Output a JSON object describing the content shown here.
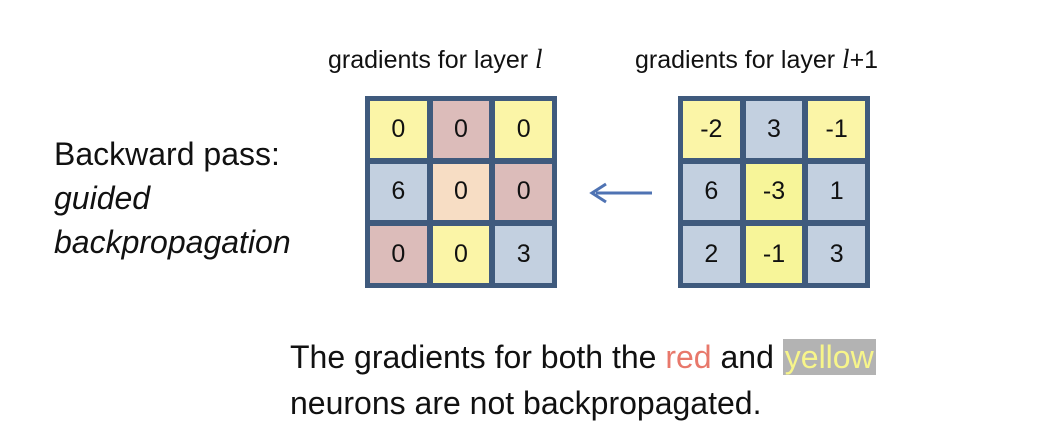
{
  "left_grid": {
    "title_prefix": "gradients for layer ",
    "title_var": "l",
    "title_suffix": "",
    "cells": [
      {
        "value": "0",
        "color": "#fbf5a7"
      },
      {
        "value": "0",
        "color": "#dcbcba"
      },
      {
        "value": "0",
        "color": "#fbf5a7"
      },
      {
        "value": "6",
        "color": "#c3d0e0"
      },
      {
        "value": "0",
        "color": "#f7ddc4"
      },
      {
        "value": "0",
        "color": "#dcbcba"
      },
      {
        "value": "0",
        "color": "#dcbcba"
      },
      {
        "value": "0",
        "color": "#fbf5a7"
      },
      {
        "value": "3",
        "color": "#c3d0e0"
      }
    ]
  },
  "right_grid": {
    "title_prefix": "gradients for layer ",
    "title_var": "l",
    "title_suffix": "+1",
    "cells": [
      {
        "value": "-2",
        "color": "#fbf5a7"
      },
      {
        "value": "3",
        "color": "#c3d0e0"
      },
      {
        "value": "-1",
        "color": "#fbf5a7"
      },
      {
        "value": "6",
        "color": "#c3d0e0"
      },
      {
        "value": "-3",
        "color": "#f7f599"
      },
      {
        "value": "1",
        "color": "#c3d0e0"
      },
      {
        "value": "2",
        "color": "#c3d0e0"
      },
      {
        "value": "-1",
        "color": "#f7f599"
      },
      {
        "value": "3",
        "color": "#c3d0e0"
      }
    ]
  },
  "side_label": {
    "line1": "Backward pass:",
    "line2": "guided",
    "line3": "backpropagation"
  },
  "caption": {
    "part1": "The gradients for both the ",
    "red_word": "red",
    "part2": " and ",
    "yellow_word": "yellow",
    "line2": "neurons are not backpropagated."
  },
  "colors": {
    "grid_border": "#3f5a7d",
    "arrow": "#4f73b3",
    "red_text": "#e8786b",
    "yellow_text": "#f7f58a",
    "yellow_highlight": "#b3b3b3"
  }
}
